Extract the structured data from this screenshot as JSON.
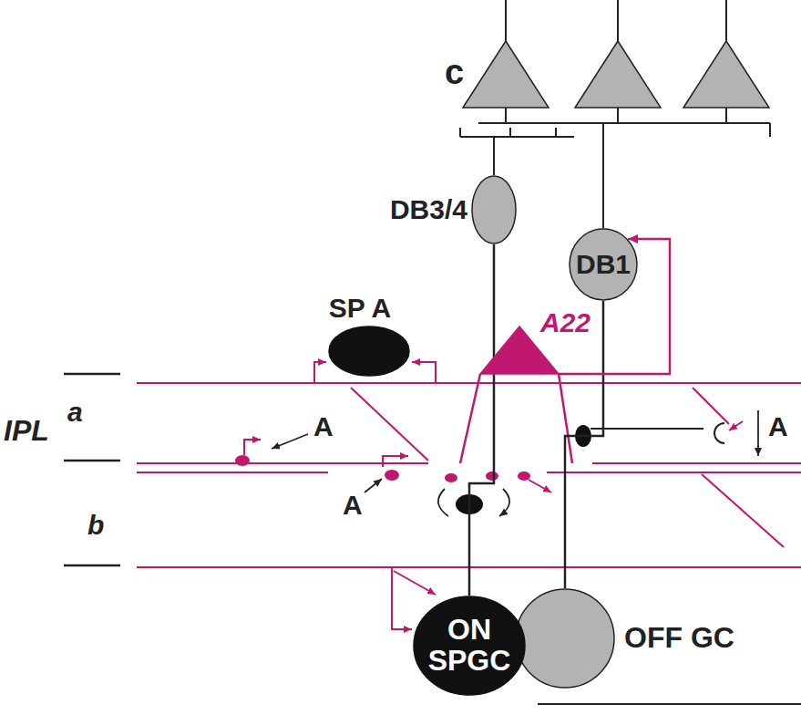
{
  "diagram": {
    "nodes": [
      {
        "text": [
          "DB3/4"
        ]
      },
      {
        "text": [
          "DB1"
        ]
      },
      {
        "text": [
          "SP A"
        ]
      },
      {
        "text": [
          "A22"
        ]
      },
      {
        "text": [
          "ON SPGC"
        ]
      },
      {
        "text": [
          "OFF GC"
        ]
      }
    ],
    "edges": [
      {
        "from": 0,
        "to": 4,
        "arrow": "none"
      },
      {
        "from": 1,
        "to": 5,
        "arrow": "none"
      },
      {
        "from": 3,
        "to": 1,
        "arrow": "to"
      }
    ],
    "labels": [
      "c",
      "IPL",
      "a",
      "b",
      "A",
      "A",
      "A"
    ]
  }
}
